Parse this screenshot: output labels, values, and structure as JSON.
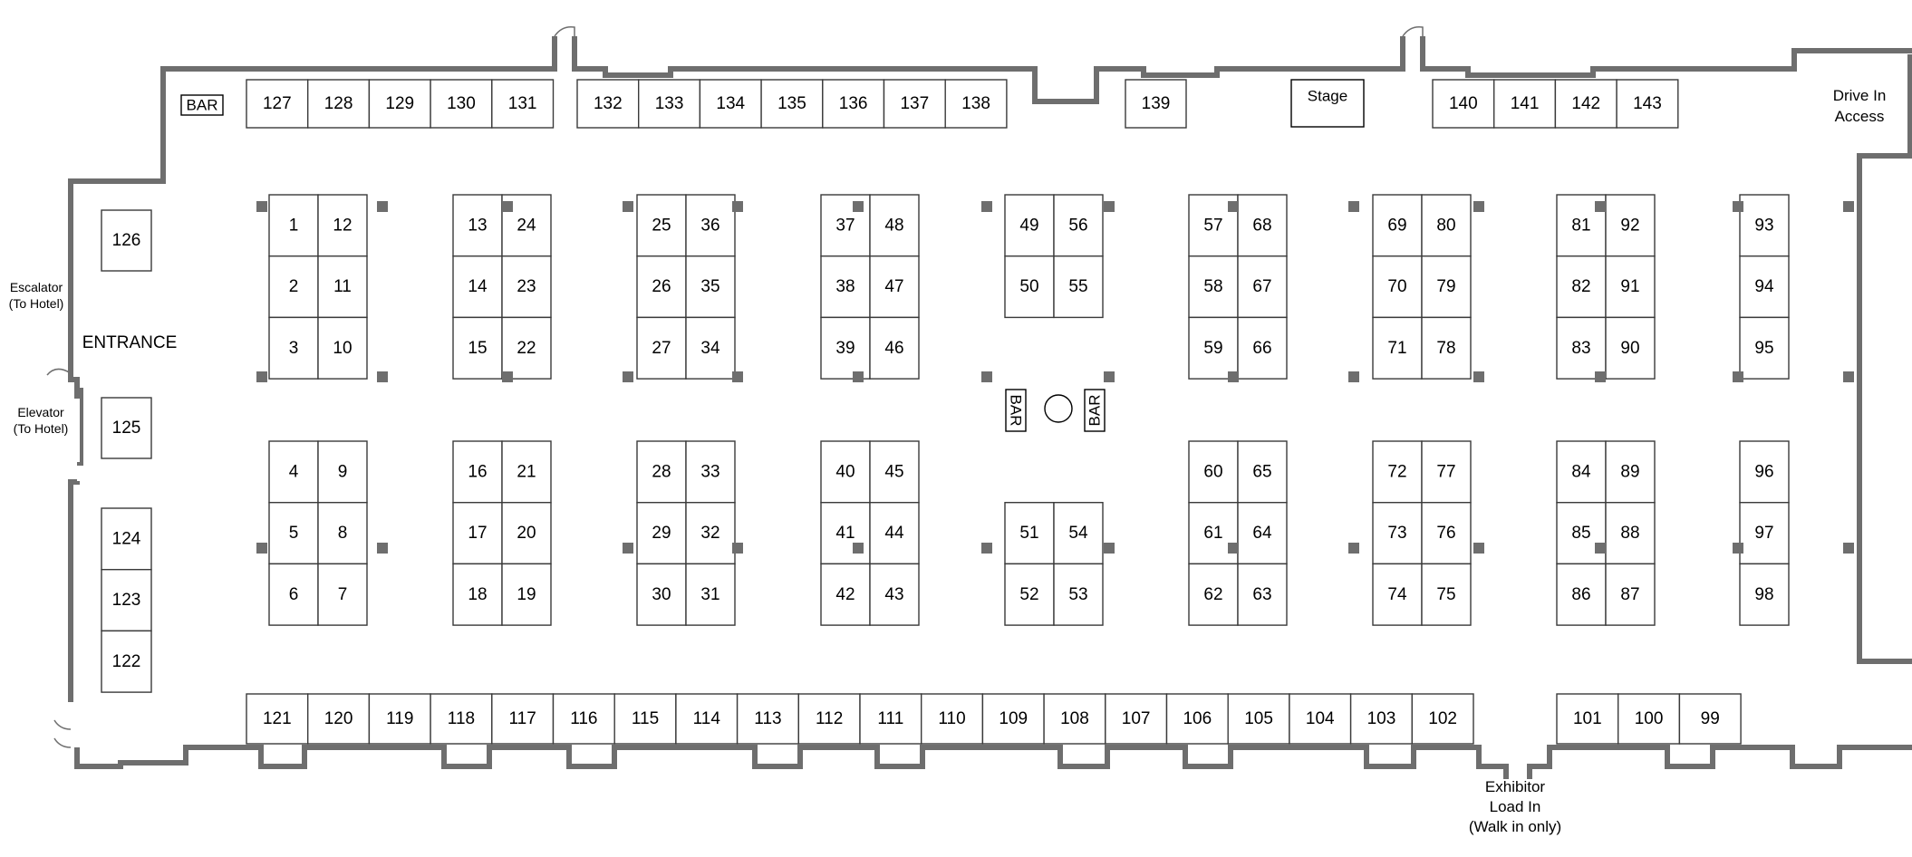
{
  "labels": {
    "bar": "BAR",
    "stage": "Stage",
    "entrance": "ENTRANCE",
    "escalator": [
      "Escalator",
      "(To Hotel)"
    ],
    "elevator": [
      "Elevator",
      "(To Hotel)"
    ],
    "drive_in": [
      "Drive In",
      "Access"
    ],
    "exhibitor_load_in": [
      "Exhibitor",
      "Load In",
      "(Walk in only)"
    ]
  },
  "booths": {
    "top_row_1": [
      "127",
      "128",
      "129",
      "130",
      "131"
    ],
    "top_row_2": [
      "132",
      "133",
      "134",
      "135",
      "136",
      "137",
      "138"
    ],
    "top_single": "139",
    "top_row_3": [
      "140",
      "141",
      "142",
      "143"
    ],
    "left_wall_upper": "126",
    "left_wall_middle": "125",
    "left_wall_lower": [
      "124",
      "123",
      "122"
    ],
    "bottom_row_1": [
      "121",
      "120",
      "119",
      "118",
      "117",
      "116",
      "115",
      "114",
      "113",
      "112",
      "111",
      "110",
      "109",
      "108",
      "107",
      "106",
      "105",
      "104",
      "103",
      "102"
    ],
    "bottom_row_2": [
      "101",
      "100",
      "99"
    ],
    "upper_islands": [
      {
        "left": [
          "1",
          "2",
          "3"
        ],
        "right": [
          "12",
          "11",
          "10"
        ]
      },
      {
        "left": [
          "13",
          "14",
          "15"
        ],
        "right": [
          "24",
          "23",
          "22"
        ]
      },
      {
        "left": [
          "25",
          "26",
          "27"
        ],
        "right": [
          "36",
          "35",
          "34"
        ]
      },
      {
        "left": [
          "37",
          "38",
          "39"
        ],
        "right": [
          "48",
          "47",
          "46"
        ]
      },
      {
        "left": [
          "49",
          "50"
        ],
        "right": [
          "56",
          "55"
        ]
      },
      {
        "left": [
          "57",
          "58",
          "59"
        ],
        "right": [
          "68",
          "67",
          "66"
        ]
      },
      {
        "left": [
          "69",
          "70",
          "71"
        ],
        "right": [
          "80",
          "79",
          "78"
        ]
      },
      {
        "left": [
          "81",
          "82",
          "83"
        ],
        "right": [
          "92",
          "91",
          "90"
        ]
      },
      {
        "left": [
          "93",
          "94",
          "95"
        ],
        "right": []
      }
    ],
    "lower_islands": [
      {
        "left": [
          "4",
          "5",
          "6"
        ],
        "right": [
          "9",
          "8",
          "7"
        ]
      },
      {
        "left": [
          "16",
          "17",
          "18"
        ],
        "right": [
          "21",
          "20",
          "19"
        ]
      },
      {
        "left": [
          "28",
          "29",
          "30"
        ],
        "right": [
          "33",
          "32",
          "31"
        ]
      },
      {
        "left": [
          "40",
          "41",
          "42"
        ],
        "right": [
          "45",
          "44",
          "43"
        ]
      },
      {
        "left": [
          "51",
          "52"
        ],
        "right": [
          "54",
          "53"
        ]
      },
      {
        "left": [
          "60",
          "61",
          "62"
        ],
        "right": [
          "65",
          "64",
          "63"
        ]
      },
      {
        "left": [
          "72",
          "73",
          "74"
        ],
        "right": [
          "77",
          "76",
          "75"
        ]
      },
      {
        "left": [
          "84",
          "85",
          "86"
        ],
        "right": [
          "89",
          "88",
          "87"
        ]
      },
      {
        "left": [
          "96",
          "97",
          "98"
        ],
        "right": []
      }
    ]
  }
}
